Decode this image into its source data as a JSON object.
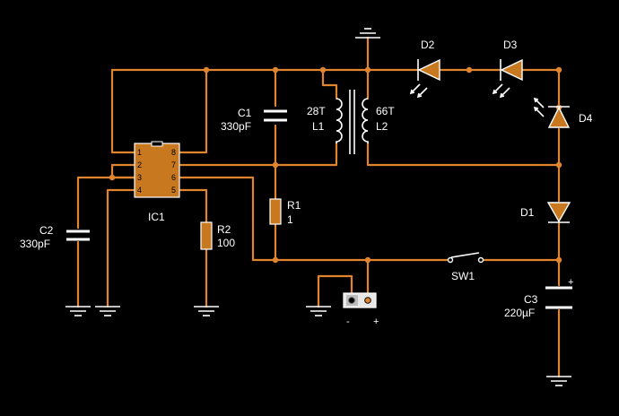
{
  "components": {
    "ic1": {
      "ref": "IC1",
      "pins_left": [
        "1",
        "2",
        "3",
        "4"
      ],
      "pins_right": [
        "8",
        "7",
        "6",
        "5"
      ]
    },
    "c1": {
      "ref": "C1",
      "value": "330pF"
    },
    "c2": {
      "ref": "C2",
      "value": "330pF"
    },
    "c3": {
      "ref": "C3",
      "value": "220µF",
      "polarity": "+"
    },
    "r1": {
      "ref": "R1",
      "value": "1"
    },
    "r2": {
      "ref": "R2",
      "value": "100"
    },
    "l1": {
      "ref": "L1",
      "turns": "28T"
    },
    "l2": {
      "ref": "L2",
      "turns": "66T"
    },
    "d1": {
      "ref": "D1"
    },
    "d2": {
      "ref": "D2"
    },
    "d3": {
      "ref": "D3"
    },
    "d4": {
      "ref": "D4"
    },
    "sw1": {
      "ref": "SW1"
    },
    "connector": {
      "minus": "-",
      "plus": "+"
    }
  },
  "colors": {
    "wire": "#e0852e",
    "background": "#000000",
    "component": "#ffffff",
    "body": "#c8781e"
  }
}
